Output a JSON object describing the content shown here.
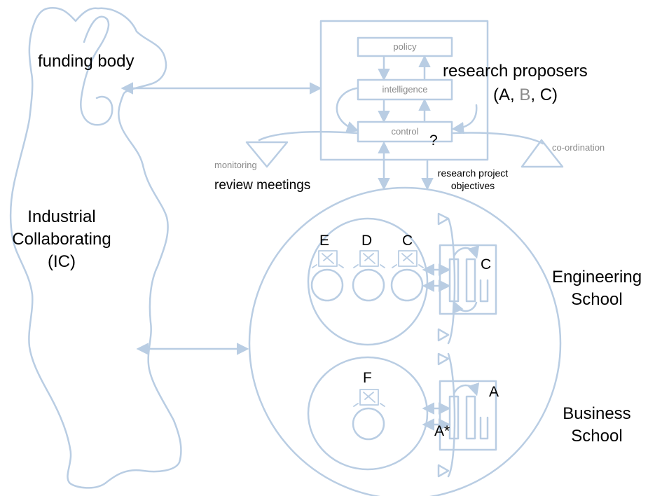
{
  "labels": {
    "funding_body": "funding body",
    "research_proposers": "research proposers",
    "proposers_a": "(A, ",
    "proposers_b": "B",
    "proposers_c": ", C)",
    "industrial_line1": "Industrial",
    "industrial_line2": "Collaborating",
    "industrial_line3": "(IC)",
    "policy": "policy",
    "intelligence": "intelligence",
    "control": "control",
    "question": "?",
    "monitoring": "monitoring",
    "coordination": "co-ordination",
    "review_meetings": "review meetings",
    "objectives_line1": "research project",
    "objectives_line2": "objectives",
    "engineering_line1": "Engineering",
    "engineering_line2": "School",
    "business_line1": "Business",
    "business_line2": "School",
    "unit_e": "E",
    "unit_d": "D",
    "unit_c": "C",
    "eng_controller": "C",
    "unit_f": "F",
    "bus_controller": "A",
    "bus_controller_star": "A*"
  },
  "colors": {
    "line": "#b9cde3",
    "text": "#000000",
    "muted": "#8a8a8a"
  }
}
